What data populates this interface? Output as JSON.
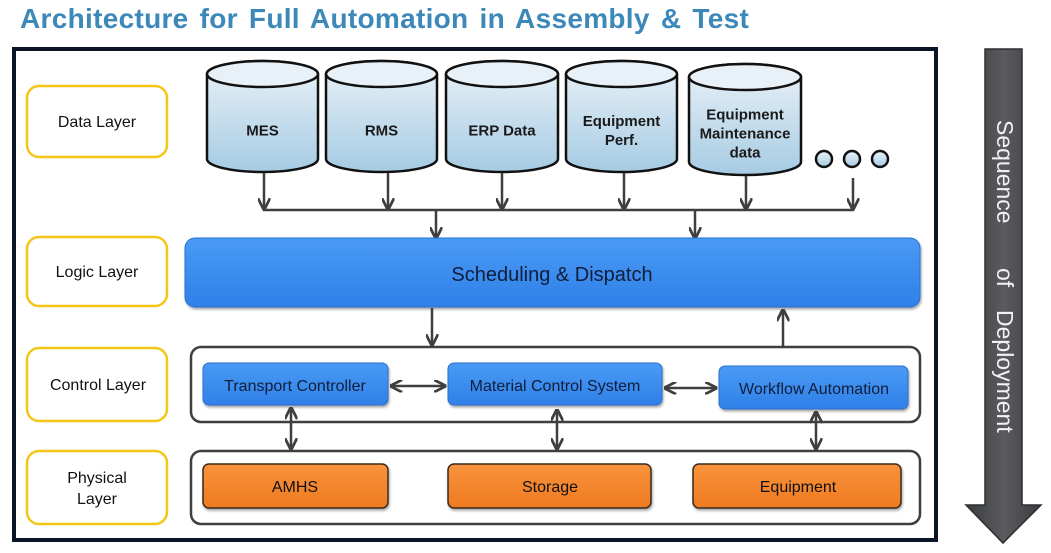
{
  "title": "Architecture for Full Automation in Assembly & Test",
  "layers": {
    "data": "Data Layer",
    "logic": "Logic Layer",
    "control": "Control Layer",
    "physical_line1": "Physical",
    "physical_line2": "Layer"
  },
  "data_sources": [
    {
      "lines": [
        "MES"
      ]
    },
    {
      "lines": [
        "RMS"
      ]
    },
    {
      "lines": [
        "ERP Data"
      ]
    },
    {
      "lines": [
        "Equipment",
        "Perf."
      ]
    },
    {
      "lines": [
        "Equipment",
        "Maintenance",
        "data"
      ]
    }
  ],
  "more_indicator": "ellipsis",
  "logic": {
    "scheduling": "Scheduling & Dispatch"
  },
  "control": {
    "transport": "Transport Controller",
    "mcs": "Material Control System",
    "workflow": "Workflow Automation"
  },
  "physical": {
    "amhs": "AMHS",
    "storage": "Storage",
    "equipment": "Equipment"
  },
  "deployment_arrow": {
    "w1": "Sequence",
    "w2": "of",
    "w3": "Deployment"
  },
  "colors": {
    "title": "#3c88b8",
    "frame": "#0b1528",
    "layer_border": "#f5c518",
    "blue_box": "#3a8ef0",
    "orange_box": "#f5822a",
    "cylinder_top": "#e4eef6",
    "cylinder_bottom": "#a9cce3",
    "arrow": "#3f3f3f",
    "deploy_arrow": "#4a4b4e"
  }
}
